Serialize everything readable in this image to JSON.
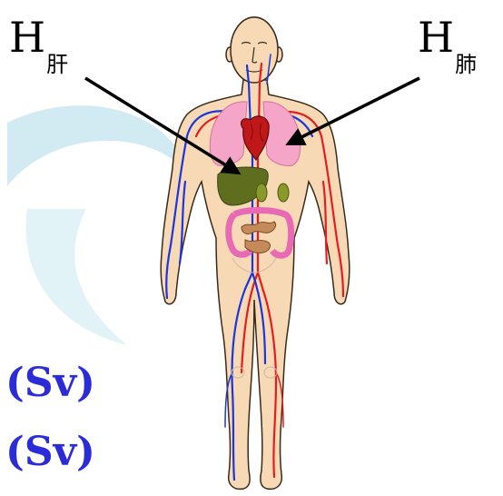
{
  "labels": {
    "liver": {
      "main": "H",
      "sub": "肝"
    },
    "lung": {
      "main": "H",
      "sub": "肺"
    }
  },
  "side_labels": [
    "(Sv)",
    "(Sv)"
  ],
  "colors": {
    "skin": "#f8d9b6",
    "skin_outline": "#3a2a1a",
    "artery": "#e81c1c",
    "vein": "#1c36d8",
    "lung": "#f5a6c8",
    "heart": "#c01818",
    "liver": "#5e6e1e",
    "kidney": "#8a9a2a",
    "intestine_large": "#e86ab4",
    "intestine_small": "#c48a5a",
    "label_blue": "#2b2bd8",
    "watermark": "#bfe3ec"
  }
}
